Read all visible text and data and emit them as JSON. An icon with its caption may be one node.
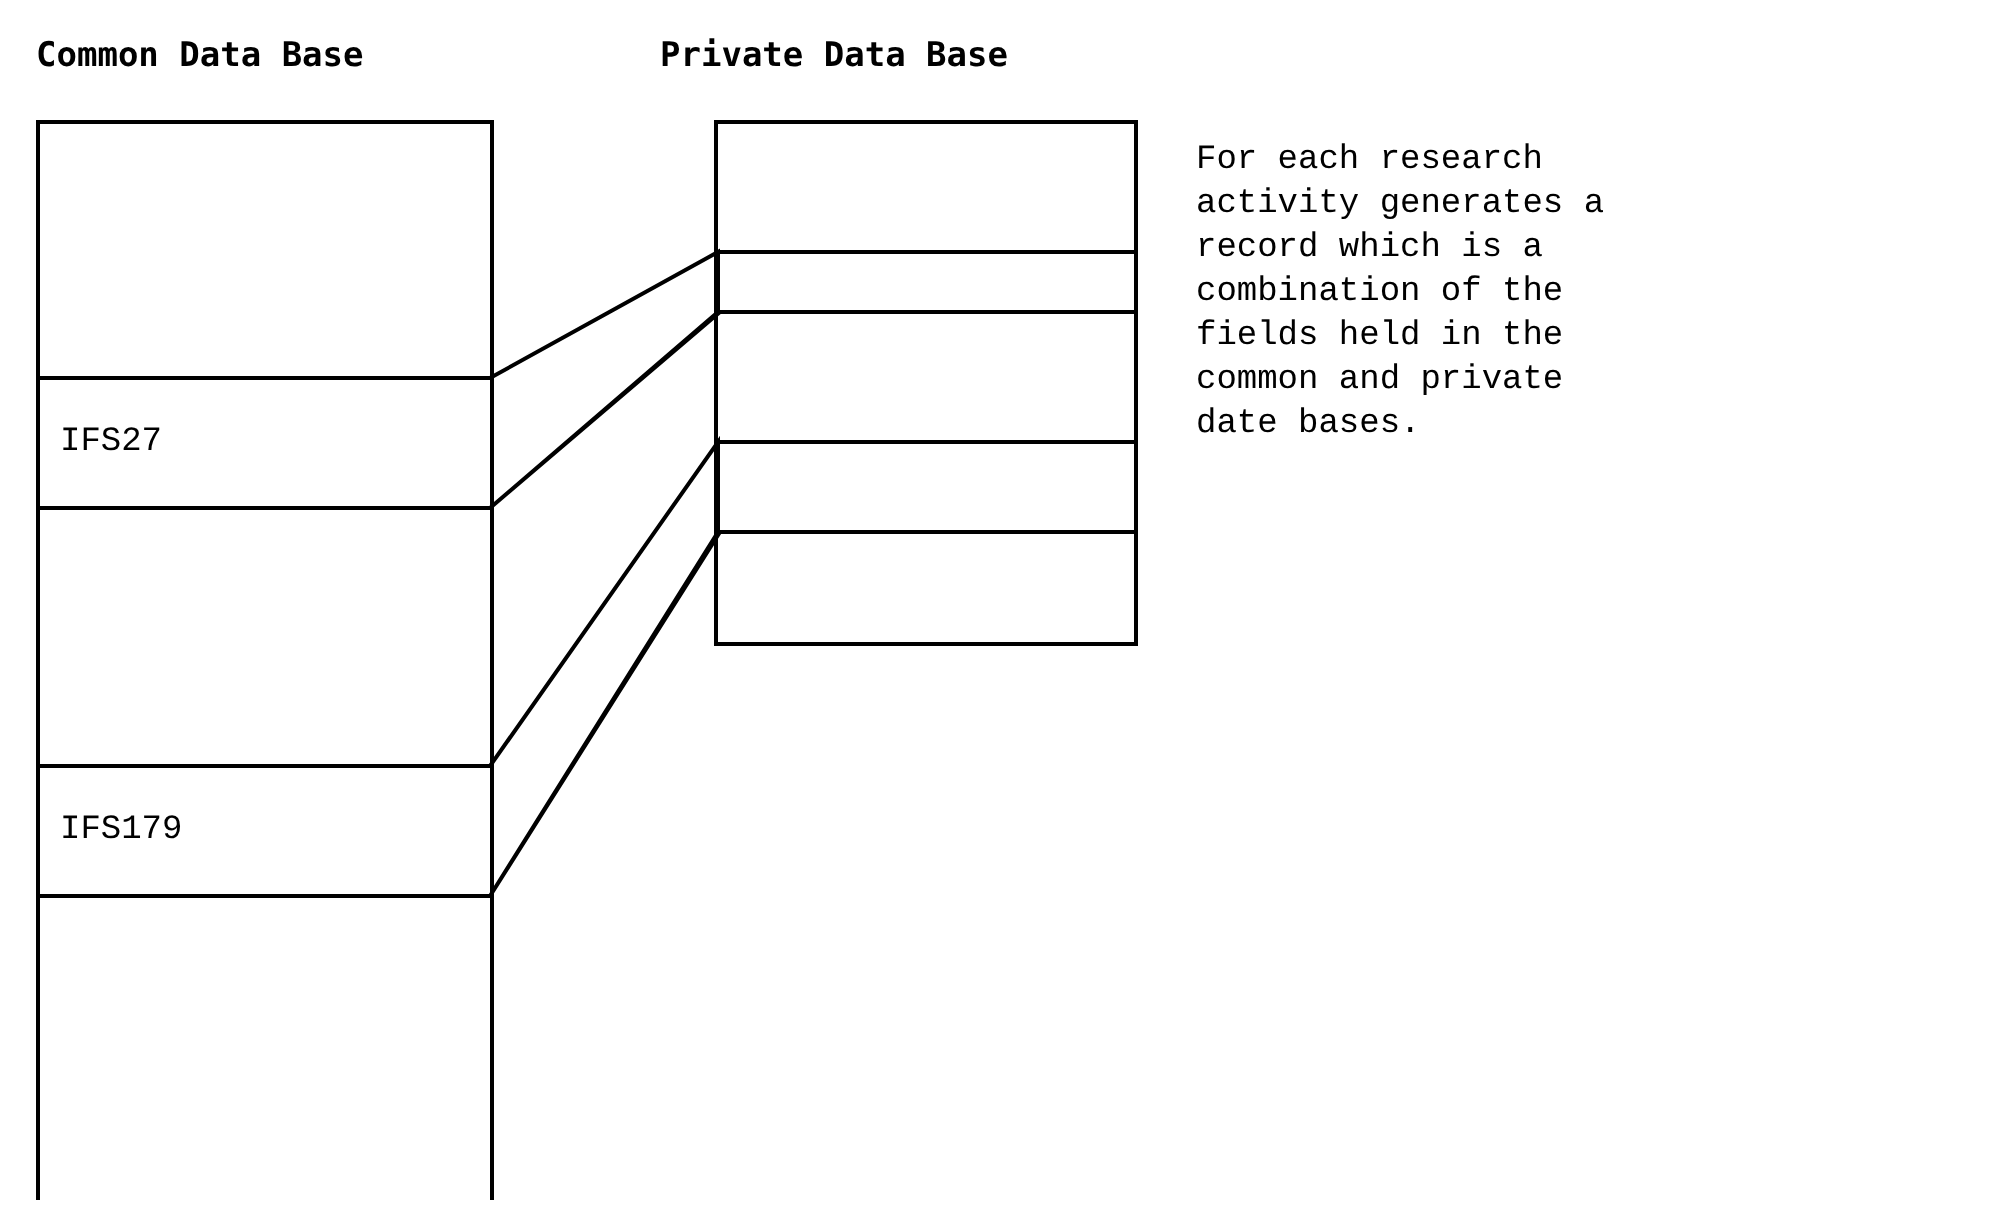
{
  "diagram": {
    "nodes": [
      {
        "text": [
          "Common Data Base"
        ]
      },
      {
        "text": [
          "IFS27"
        ],
        "in": 0
      },
      {
        "text": [
          "IFS179"
        ],
        "in": 0
      },
      {
        "text": [
          "Private Data Base"
        ]
      },
      {
        "text": [],
        "shape": "box",
        "in": 3
      },
      {
        "text": [],
        "shape": "box",
        "in": 3
      }
    ],
    "edges": [
      {
        "from": 1,
        "to": 4,
        "arrow": "none"
      },
      {
        "from": 2,
        "to": 5,
        "arrow": "none"
      }
    ],
    "labels": [
      "For each research activity generates a record which is a combination of the fields held in the common and private date bases."
    ]
  }
}
